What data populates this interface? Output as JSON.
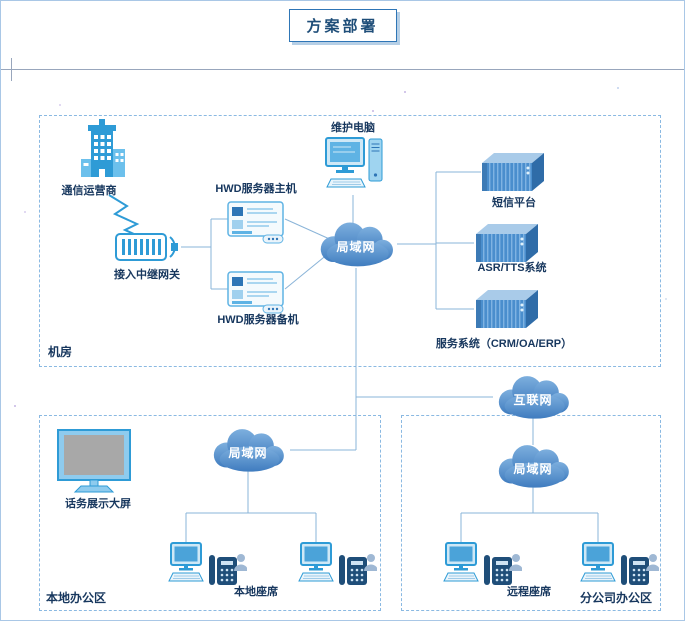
{
  "page": {
    "title": "方案部署"
  },
  "regions": {
    "server_room": {
      "label": "机房"
    },
    "local_office": {
      "label": "本地办公区"
    },
    "branch_office": {
      "label": "分公司办公区"
    }
  },
  "nodes": {
    "carrier": {
      "label": "通信运营商"
    },
    "gateway": {
      "label": "接入中继网关"
    },
    "hwd_main": {
      "label": "HWD服务器主机"
    },
    "hwd_backup": {
      "label": "HWD服务器备机"
    },
    "maintenance_pc": {
      "label": "维护电脑"
    },
    "lan_room": {
      "label": "局域网"
    },
    "sms": {
      "label": "短信平台"
    },
    "asr": {
      "label": "ASR/TTS系统"
    },
    "service": {
      "label": "服务系统（CRM/OA/ERP）"
    },
    "internet": {
      "label": "互联网"
    },
    "lan_local": {
      "label": "局域网"
    },
    "lan_branch": {
      "label": "局域网"
    },
    "big_screen": {
      "label": "话务展示大屏"
    },
    "local_agents": {
      "label": "本地座席"
    },
    "remote_agents": {
      "label": "远程座席"
    }
  },
  "colors": {
    "accent_blue": "#2e9bd6",
    "navy_text": "#17375e",
    "cloud_blue": "#4a86c8",
    "connector": "#8ab4d8",
    "dashed_border": "#8ab9e2",
    "title_border": "#2e75b6"
  }
}
